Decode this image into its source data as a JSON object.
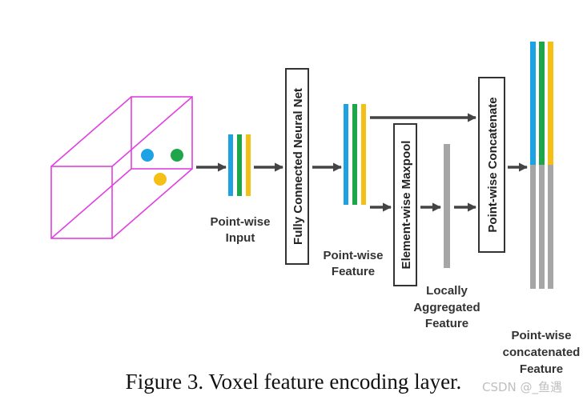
{
  "colors": {
    "blue": "#1da3e3",
    "green": "#1fa64a",
    "yellow": "#f4c015",
    "gray": "#a6a6a6",
    "magenta": "#e040e0",
    "arrow": "#444444"
  },
  "labels": {
    "pointwise_input": [
      "Point-wise",
      "Input"
    ],
    "pointwise_feature": [
      "Point-wise",
      "Feature"
    ],
    "locally_aggregated": [
      "Locally",
      "Aggregated",
      "Feature"
    ],
    "pointwise_concatenated": [
      "Point-wise",
      "concatenated",
      "Feature"
    ]
  },
  "boxes": {
    "fcn": "Fully Connected Neural Net",
    "maxpool": "Element-wise Maxpool",
    "concat": "Point-wise Concatenate"
  },
  "caption": "Figure 3. Voxel feature encoding layer.",
  "watermark": "CSDN @_鱼遇"
}
